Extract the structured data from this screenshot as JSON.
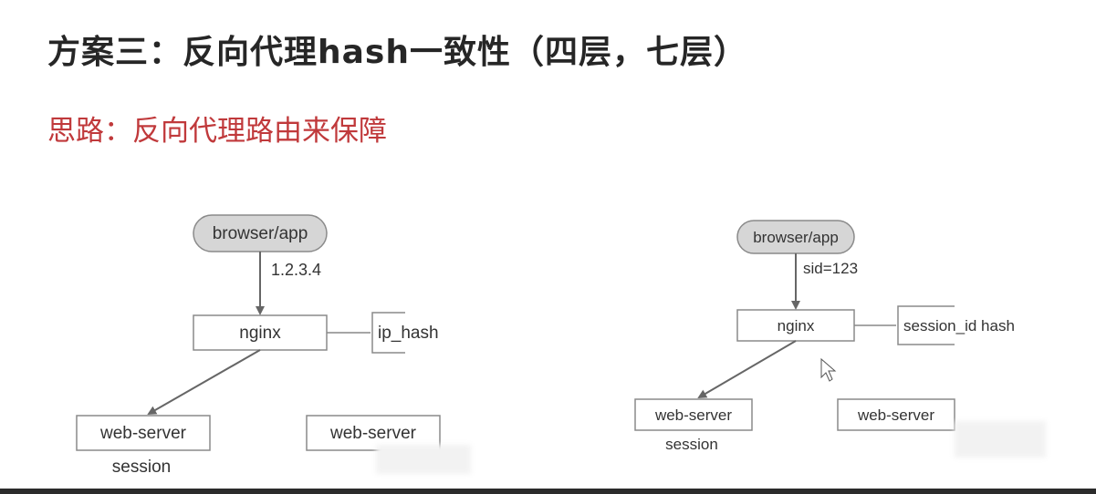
{
  "title": "方案三：反向代理hash一致性（四层，七层）",
  "subtitle": "思路：反向代理路由来保障",
  "left_diagram": {
    "client_label": "browser/app",
    "edge_label": "1.2.3.4",
    "proxy_label": "nginx",
    "strategy_label": "ip_hash",
    "server_1_label": "web-server",
    "server_1_note": "session",
    "server_2_label": "web-server"
  },
  "right_diagram": {
    "client_label": "browser/app",
    "edge_label": "sid=123",
    "proxy_label": "nginx",
    "strategy_label": "session_id hash",
    "server_1_label": "web-server",
    "server_1_note": "session",
    "server_2_label": "web-server"
  }
}
